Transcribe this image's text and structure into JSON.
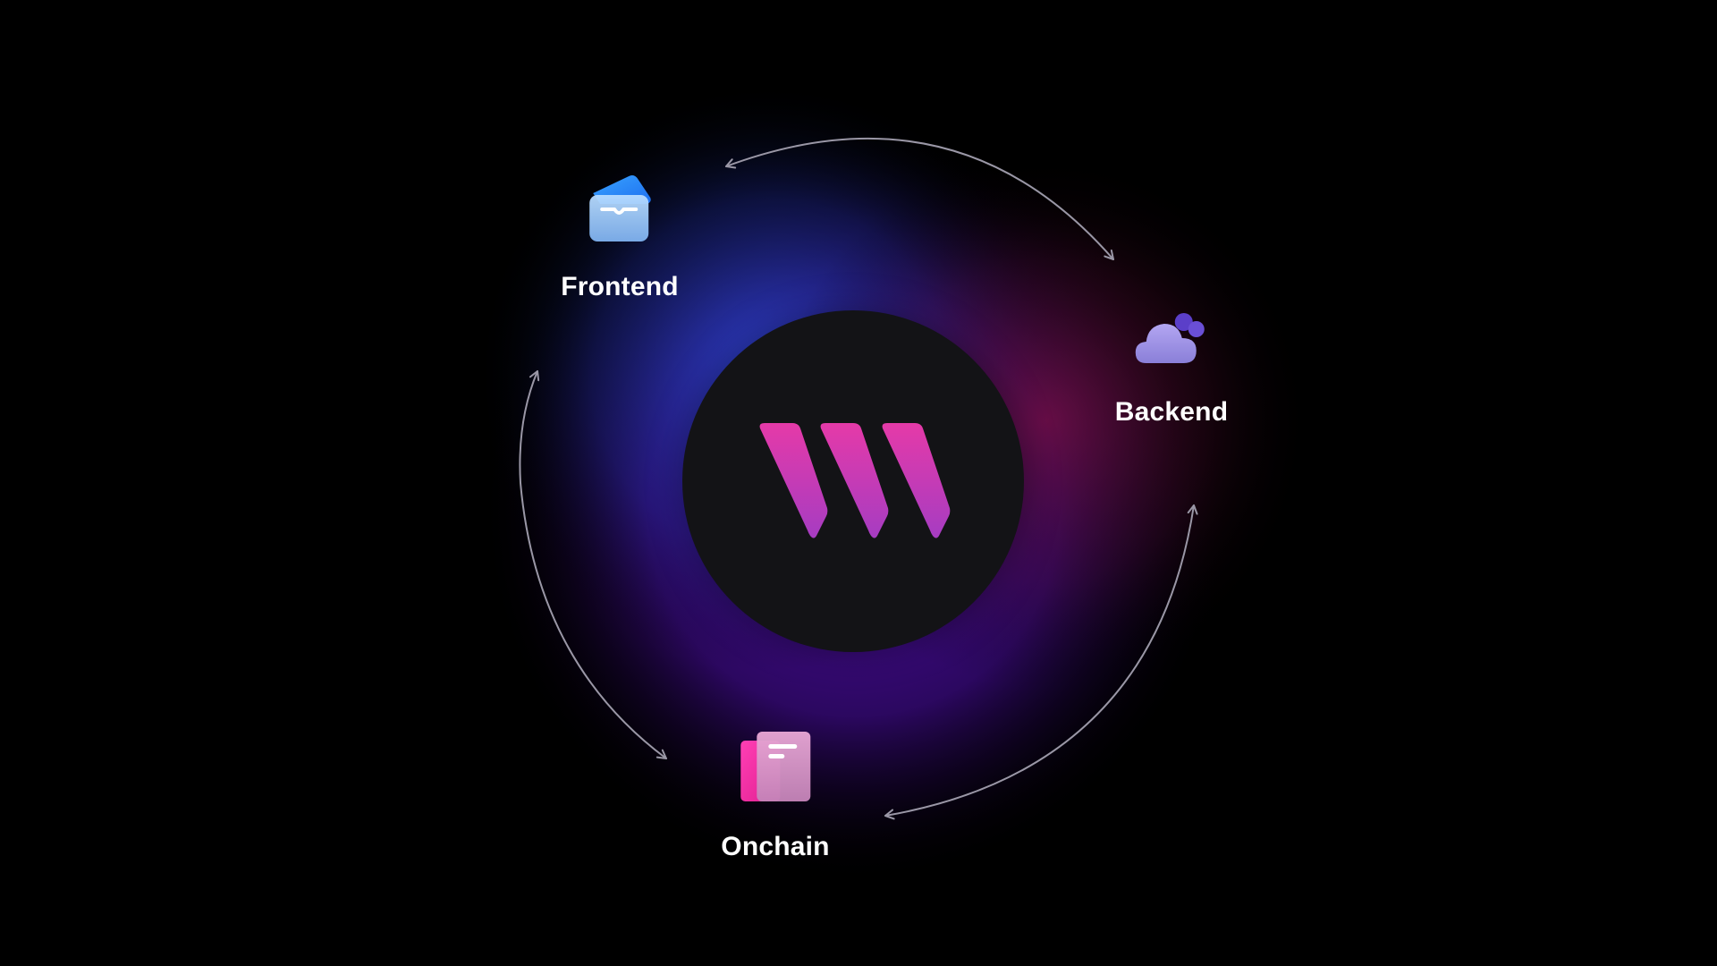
{
  "diagram": {
    "center": {
      "logo_icon": "w-logo-icon"
    },
    "nodes": [
      {
        "id": "frontend",
        "label": "Frontend",
        "icon": "wallet-icon",
        "accent": "#2f8cff"
      },
      {
        "id": "backend",
        "label": "Backend",
        "icon": "cloud-icon",
        "accent": "#8b7fe0"
      },
      {
        "id": "onchain",
        "label": "Onchain",
        "icon": "document-stack-icon",
        "accent": "#f02fa8"
      }
    ],
    "cycle": [
      {
        "from": "frontend",
        "to": "backend",
        "bidirectional": true
      },
      {
        "from": "backend",
        "to": "onchain",
        "bidirectional": true
      },
      {
        "from": "onchain",
        "to": "frontend",
        "bidirectional": true
      }
    ]
  },
  "colors": {
    "background": "#000000",
    "hub_fill": "#131316",
    "logo_top": "#e53aa8",
    "logo_bottom": "#a63cc2",
    "glow_blue": "#2a4bd8",
    "glow_purple": "#5a12b8",
    "glow_red": "#7a1040",
    "arrow": "#9a97a6",
    "label": "#ffffff"
  }
}
